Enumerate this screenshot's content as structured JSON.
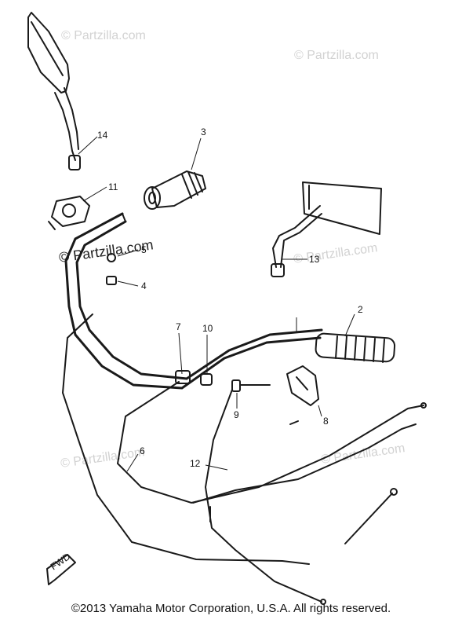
{
  "watermark": "© Partzilla.com",
  "watermark_bold": "© Partzilla.com",
  "copyright": "©2013 Yamaha Motor Corporation, U.S.A. All rights reserved.",
  "fwd_label": "FWD",
  "callouts": {
    "c2": "2",
    "c3": "3",
    "c4": "4",
    "c5": "5",
    "c6": "6",
    "c7": "7",
    "c8": "8",
    "c9": "9",
    "c10": "10",
    "c11": "11",
    "c12": "12",
    "c13": "13",
    "c14": "14"
  }
}
